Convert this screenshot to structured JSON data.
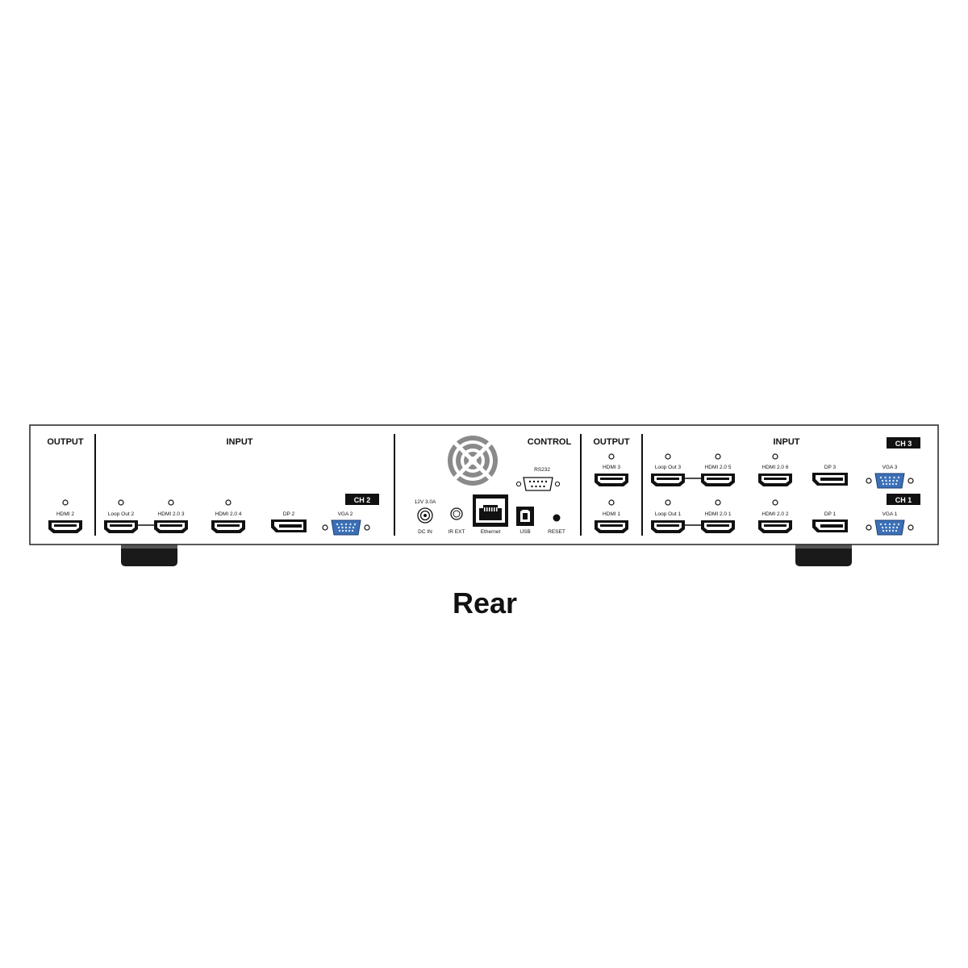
{
  "view_label": "Rear",
  "sections": {
    "output_left": "OUTPUT",
    "input_left": "INPUT",
    "control": "CONTROL",
    "output_right": "OUTPUT",
    "input_right": "INPUT"
  },
  "badges": {
    "ch2": "CH 2",
    "ch3": "CH 3",
    "ch1": "CH 1"
  },
  "ports": {
    "hdmi_out_2": "HDMI 2",
    "loop_out_2": "Loop Out 2",
    "hdmi20_3": "HDMI 2.0 3",
    "hdmi20_4": "HDMI 2.0 4",
    "dp2": "DP 2",
    "vga2": "VGA 2",
    "power_rating": "12V 3.0A",
    "dc_in": "DC IN",
    "ir_ext": "IR EXT",
    "ethernet": "Ethernet",
    "rs232": "RS232",
    "usb": "USB",
    "reset": "RESET",
    "hdmi_out_3": "HDMI 3",
    "hdmi_out_1": "HDMI 1",
    "loop_out_3": "Loop Out 3",
    "hdmi20_5": "HDMI 2.0 5",
    "hdmi20_6": "HDMI 2.0 6",
    "dp3": "DP 3",
    "vga3": "VGA 3",
    "loop_out_1": "Loop Out 1",
    "hdmi20_1": "HDMI 2.0 1",
    "hdmi20_2": "HDMI 2.0 2",
    "dp1": "DP 1",
    "vga1": "VGA 1"
  },
  "colors": {
    "panel_stroke": "#222222",
    "port_fill": "#111111",
    "vga_fill": "#3b6fb6",
    "badge_fill": "#111111"
  }
}
